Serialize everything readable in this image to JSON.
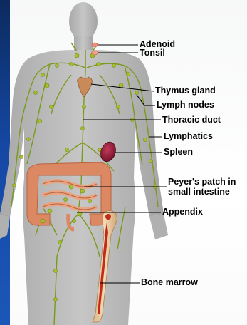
{
  "labels": {
    "adenoid": "Adenoid",
    "tonsil": "Tonsil",
    "thymus": "Thymus gland",
    "lymph_nodes": "Lymph nodes",
    "thoracic_duct": "Thoracic duct",
    "lymphatics": "Lymphatics",
    "spleen": "Spleen",
    "peyers_line1": "Peyer's patch in",
    "peyers_line2": "small intestine",
    "appendix": "Appendix",
    "bone_marrow": "Bone marrow"
  },
  "colors": {
    "background": "#1548a4",
    "panel": "#ffffff",
    "body_silhouette": "#b9b9b9",
    "lymph_vessels": "#7a9a1c",
    "lymph_node": "#a6bf2a",
    "thymus": "#c98a5a",
    "spleen": "#8a1430",
    "intestine": "#de8a63",
    "bone": "#e8c79a",
    "marrow": "#c42a1a",
    "tonsil": "#f08f7c"
  }
}
